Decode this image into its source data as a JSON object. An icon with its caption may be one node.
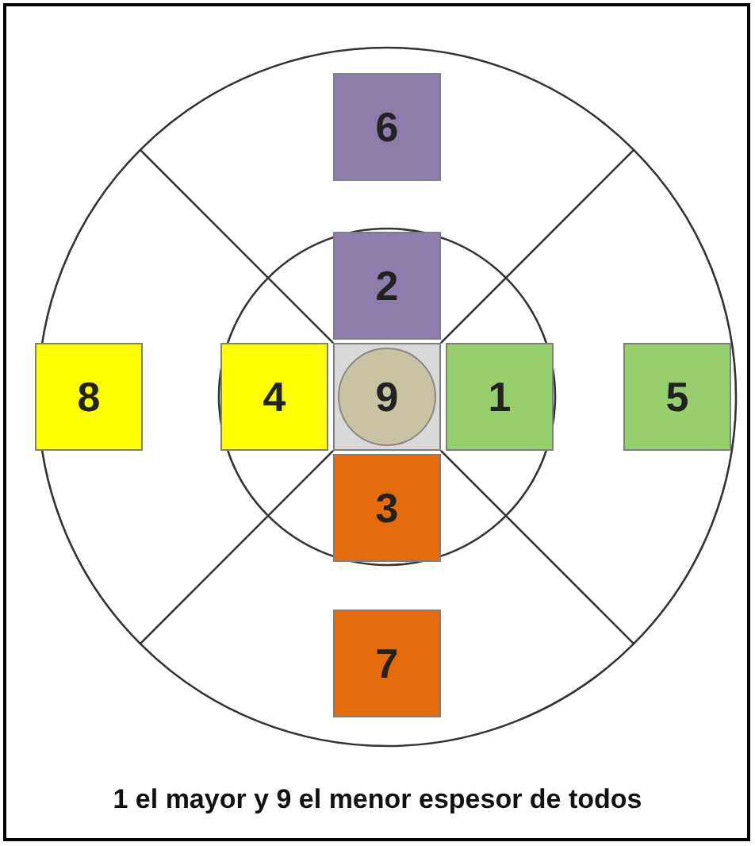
{
  "diagram": {
    "caption": "1 el mayor y 9 el menor espesor de todos",
    "nodes": [
      {
        "text": [
          "6"
        ]
      },
      {
        "text": [
          "2"
        ]
      },
      {
        "text": [
          "8"
        ]
      },
      {
        "text": [
          "4"
        ]
      },
      {
        "text": [
          "9"
        ]
      },
      {
        "text": [
          "1"
        ]
      },
      {
        "text": [
          "5"
        ]
      },
      {
        "text": [
          "3"
        ]
      },
      {
        "text": [
          "7"
        ]
      }
    ],
    "edges": []
  }
}
